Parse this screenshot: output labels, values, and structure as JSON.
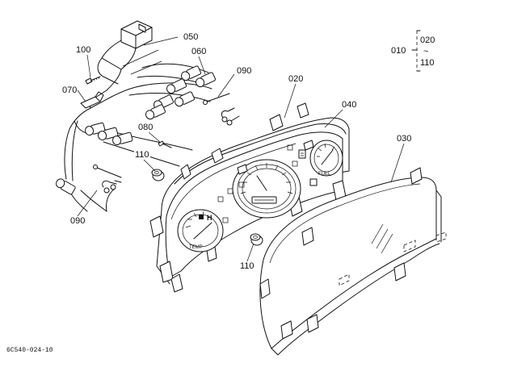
{
  "callouts": {
    "p050": "050",
    "p100": "100",
    "p060": "060",
    "p090_top": "090",
    "p020": "020",
    "p070": "070",
    "p040": "040",
    "p080": "080",
    "p030": "030",
    "p110_mid": "110",
    "p090_bottom": "090",
    "p110_bottom": "110"
  },
  "range_note": {
    "main": "010",
    "from": "020",
    "tilde": "~",
    "to": "110"
  },
  "gauge_marks": {
    "h_mark": "H",
    "temp_label": "TEMP",
    "fuel_label": "FUEL"
  },
  "footer_code": "6C540-024-10"
}
